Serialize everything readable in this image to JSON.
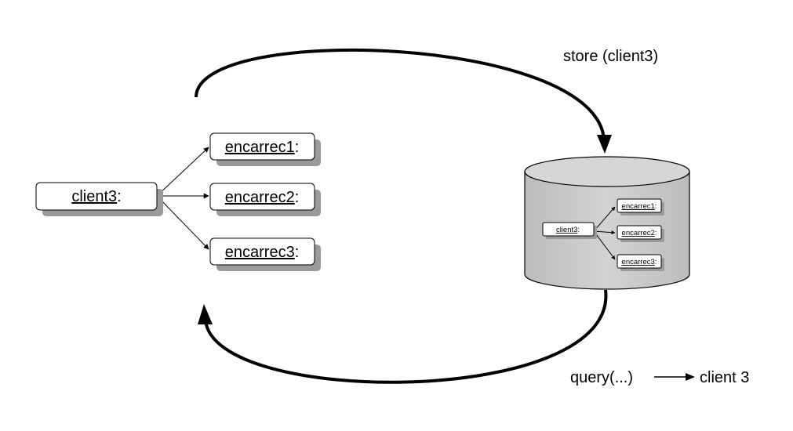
{
  "store_label": "store (client3)",
  "query_label": "query(...)",
  "query_result": "client 3",
  "objects": {
    "client": "client3",
    "orders": [
      "encarrec1",
      "encarrec2",
      "encarrec3"
    ]
  },
  "colon": ":"
}
